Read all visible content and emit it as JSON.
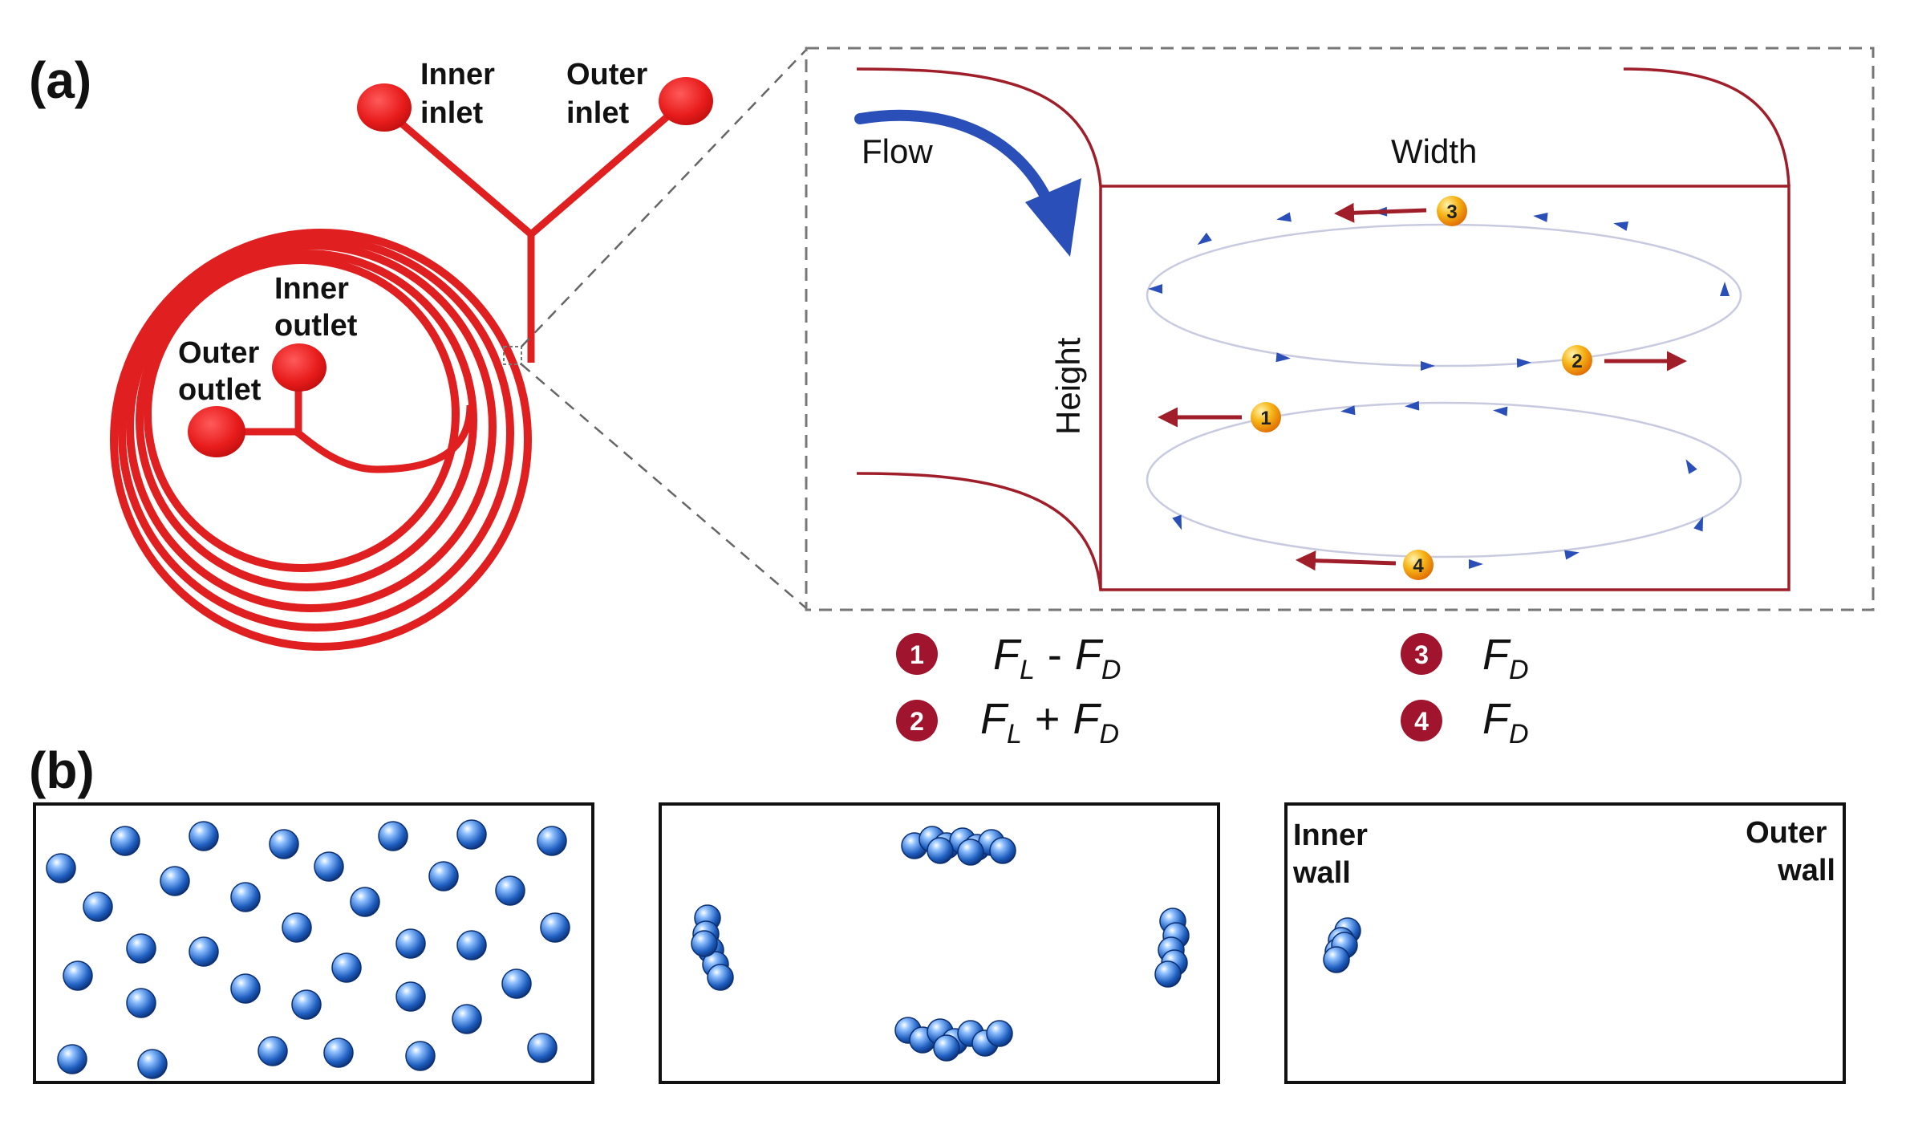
{
  "panel_a": {
    "letter": "(a)",
    "chip_labels": {
      "inner_inlet": [
        "Inner",
        "inlet"
      ],
      "outer_inlet": [
        "Outer",
        "inlet"
      ],
      "inner_outlet": [
        "Inner",
        "outlet"
      ],
      "outer_outlet": [
        "Outer",
        "outlet"
      ]
    },
    "cross_section": {
      "flow_label": "Flow",
      "width_label": "Width",
      "height_label": "Height",
      "particle_numbers": [
        "1",
        "2",
        "3",
        "4"
      ]
    },
    "legend": [
      {
        "num": "1",
        "sub1": "L",
        "op": "-",
        "sub2": "D"
      },
      {
        "num": "2",
        "sub1": "L",
        "op": "+",
        "sub2": "D"
      },
      {
        "num": "3",
        "sub2": "D"
      },
      {
        "num": "4",
        "sub2": "D"
      }
    ],
    "force_symbol": "F"
  },
  "panel_b": {
    "letter": "(b)",
    "inner_wall": [
      "Inner",
      "wall"
    ],
    "outer_wall": [
      "Outer",
      "wall"
    ]
  },
  "colors": {
    "channel_red": "#e02020",
    "dean_box": "#a01e2a",
    "flow_arrow": "#2a4fb8",
    "badge": "#a0142e",
    "particle_orange": "#f5a000",
    "bead_blue": "#1f5fc0"
  }
}
